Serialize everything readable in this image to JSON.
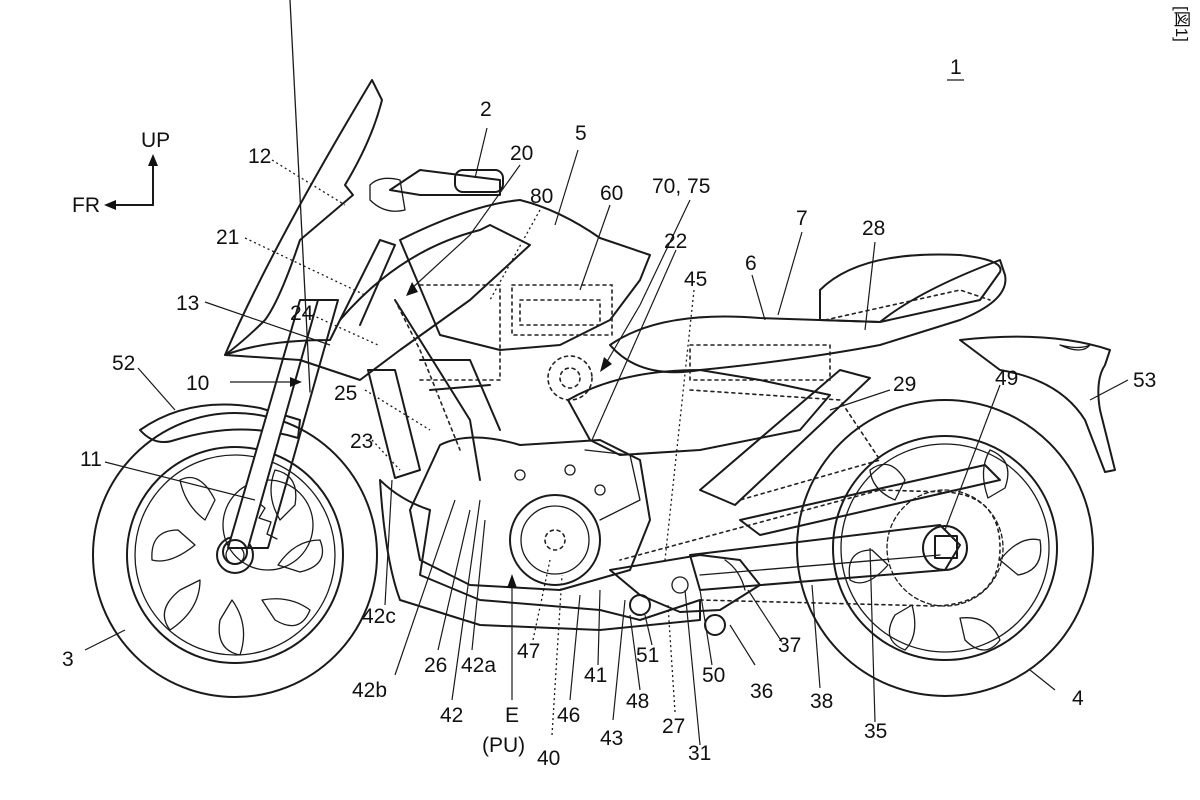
{
  "figure": {
    "tag": "[図1]",
    "number": "1"
  },
  "directions": {
    "up": "UP",
    "front": "FR"
  },
  "labels": {
    "l1": "1",
    "l2": "2",
    "l3": "3",
    "l4": "4",
    "l5": "5",
    "l6": "6",
    "l7": "7",
    "l10": "10",
    "l11": "11",
    "l12": "12",
    "l13": "13",
    "l20": "20",
    "l21": "21",
    "l22": "22",
    "l23": "23",
    "l24": "24",
    "l25": "25",
    "l26": "26",
    "l27": "27",
    "l28": "28",
    "l29": "29",
    "l31": "31",
    "l35": "35",
    "l36": "36",
    "l37": "37",
    "l38": "38",
    "l40": "40",
    "l41": "41",
    "l42": "42",
    "l42a": "42a",
    "l42b": "42b",
    "l42c": "42c",
    "l43": "43",
    "l45": "45",
    "l46": "46",
    "l47": "47",
    "l48": "48",
    "l49": "49",
    "l50": "50",
    "l51": "51",
    "l52": "52",
    "l53": "53",
    "l60": "60",
    "l7075": "70, 75",
    "l80": "80",
    "lE": "E",
    "lPU": "(PU)"
  }
}
